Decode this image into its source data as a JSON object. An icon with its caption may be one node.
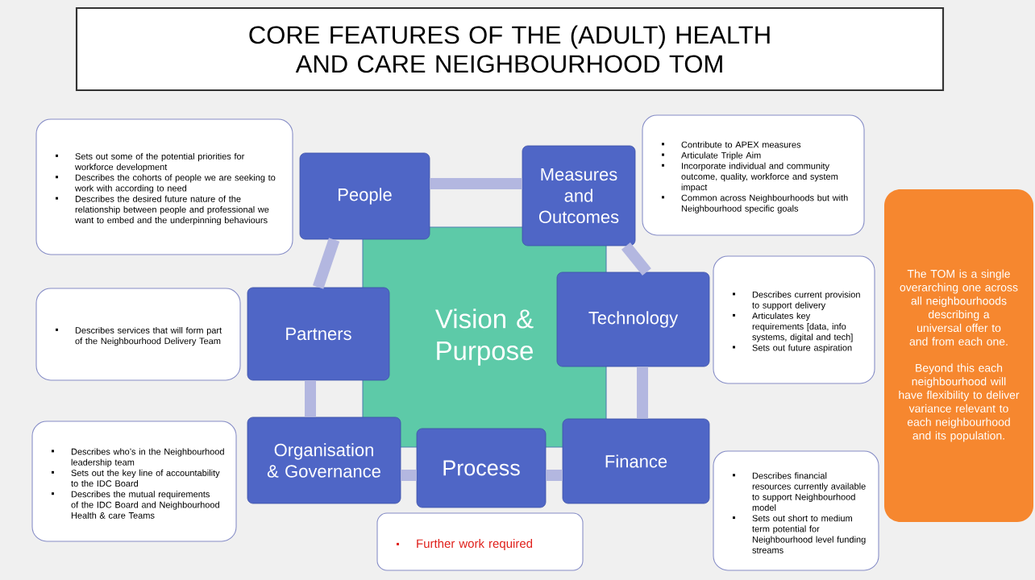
{
  "diagram": {
    "title": "CORE FEATURES OF THE (ADULT) HEALTH AND CARE NEIGHBOURHOOD TOM",
    "nodes": [
      {
        "text": [
          "Sets out some of the potential priorities for workforce development",
          "Describes the cohorts of people we are seeking to work with according to need",
          "Describes the desired future nature of the relationship between people and professional we want to embed and the underpinning behaviours"
        ]
      },
      {
        "text": [
          "People"
        ]
      },
      {
        "text": [
          "Measures and Outcomes"
        ]
      },
      {
        "text": [
          "Contribute to APEX measures",
          "Articulate Triple Aim",
          "Incorporate individual and community outcome, quality, workforce and system impact",
          "Common across Neighbourhoods but with Neighbourhood specific goals"
        ]
      },
      {
        "text": [
          "Vision & Purpose"
        ]
      },
      {
        "text": [
          "Describes services that will form part of the Neighbourhood Delivery Team"
        ]
      },
      {
        "text": [
          "Partners"
        ]
      },
      {
        "text": [
          "Technology"
        ]
      },
      {
        "text": [
          "Describes current provision to support delivery",
          "Articulates key requirements [data, info systems, digital and tech]",
          "Sets out future aspiration"
        ]
      },
      {
        "text": [
          "The TOM is a single overarching one across all neighbourhoods describing a universal offer to and from each one.",
          "Beyond this each neighbourhood will have flexibility to deliver variance relevant to each neighbourhood and its population."
        ]
      },
      {
        "text": [
          "Describes who’s in the Neighbourhood leadership team",
          "Sets out the key line of accountability to the IDC Board",
          "Describes the mutual requirements of the IDC Board and Neighbourhood Health & care Teams"
        ]
      },
      {
        "text": [
          "Organisation & Governance"
        ]
      },
      {
        "text": [
          "Process"
        ]
      },
      {
        "text": [
          "Finance"
        ]
      },
      {
        "text": [
          "Describes financial resources currently available to support Neighbourhood model",
          "Sets out short to medium term potential for Neighbourhood level funding streams"
        ]
      },
      {
        "text": [
          "Further work required"
        ]
      }
    ],
    "edges": [
      {
        "from": 1,
        "to": 2,
        "arrow": "none"
      },
      {
        "from": 2,
        "to": 7,
        "arrow": "none"
      },
      {
        "from": 7,
        "to": 13,
        "arrow": "none"
      },
      {
        "from": 13,
        "to": 12,
        "arrow": "none"
      },
      {
        "from": 12,
        "to": 11,
        "arrow": "none"
      },
      {
        "from": 11,
        "to": 6,
        "arrow": "none"
      },
      {
        "from": 6,
        "to": 1,
        "arrow": "none"
      }
    ]
  }
}
